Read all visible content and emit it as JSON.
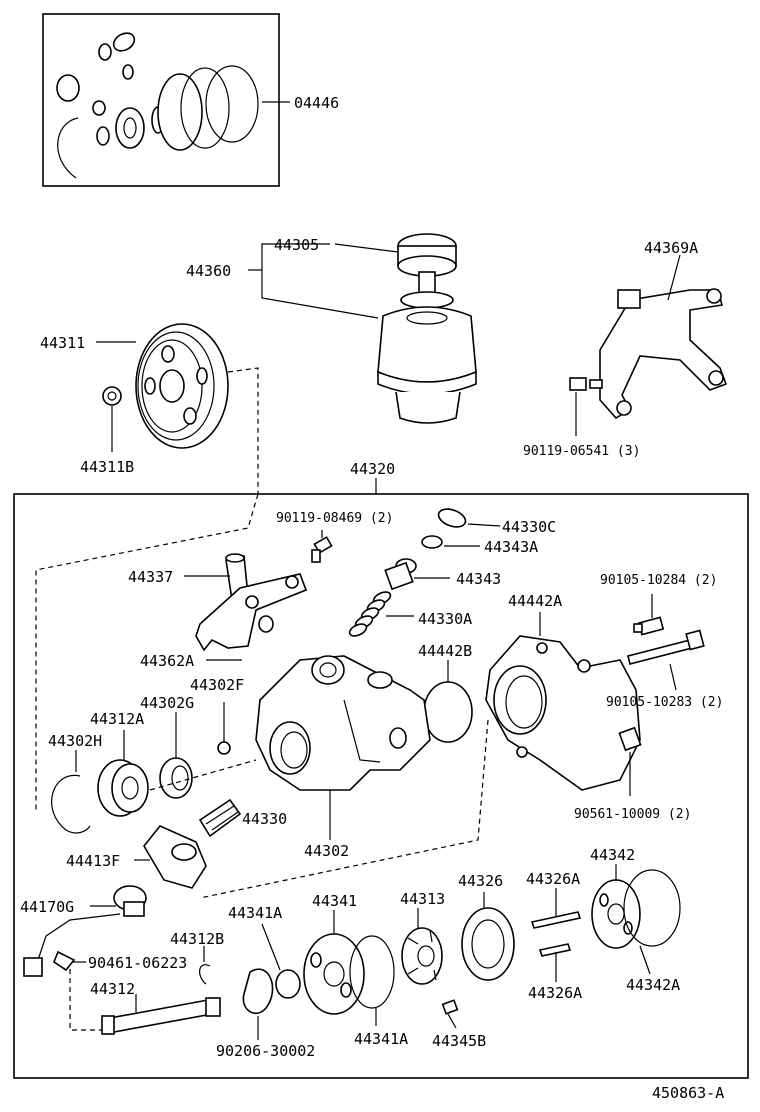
{
  "labels": {
    "p04446": "04446",
    "p44305": "44305",
    "p44360": "44360",
    "p44369A": "44369A",
    "p44311": "44311",
    "p44311B": "44311B",
    "p90119_06541": "90119-06541 (3)",
    "p44320": "44320",
    "p90119_08469": "90119-08469 (2)",
    "p44330C": "44330C",
    "p44343A": "44343A",
    "p44337": "44337",
    "p44343": "44343",
    "p90105_10284": "90105-10284 (2)",
    "p44330A": "44330A",
    "p44442A": "44442A",
    "p44362A": "44362A",
    "p44442B": "44442B",
    "p44302F": "44302F",
    "p90105_10283": "90105-10283 (2)",
    "p44312A": "44312A",
    "p44302G": "44302G",
    "p44302H": "44302H",
    "p90561_10009": "90561-10009 (2)",
    "p44330": "44330",
    "p44302": "44302",
    "p44413F": "44413F",
    "p44342": "44342",
    "p44326": "44326",
    "p44326A_top": "44326A",
    "p44313": "44313",
    "p44341": "44341",
    "p44341A_left": "44341A",
    "p44170G": "44170G",
    "p44312B": "44312B",
    "p90461_06223": "90461-06223",
    "p44312": "44312",
    "p44326A_bottom": "44326A",
    "p44342A": "44342A",
    "p90206_30002": "90206-30002",
    "p44341A_bottom": "44341A",
    "p44345B": "44345B",
    "p450863A": "450863-A"
  }
}
